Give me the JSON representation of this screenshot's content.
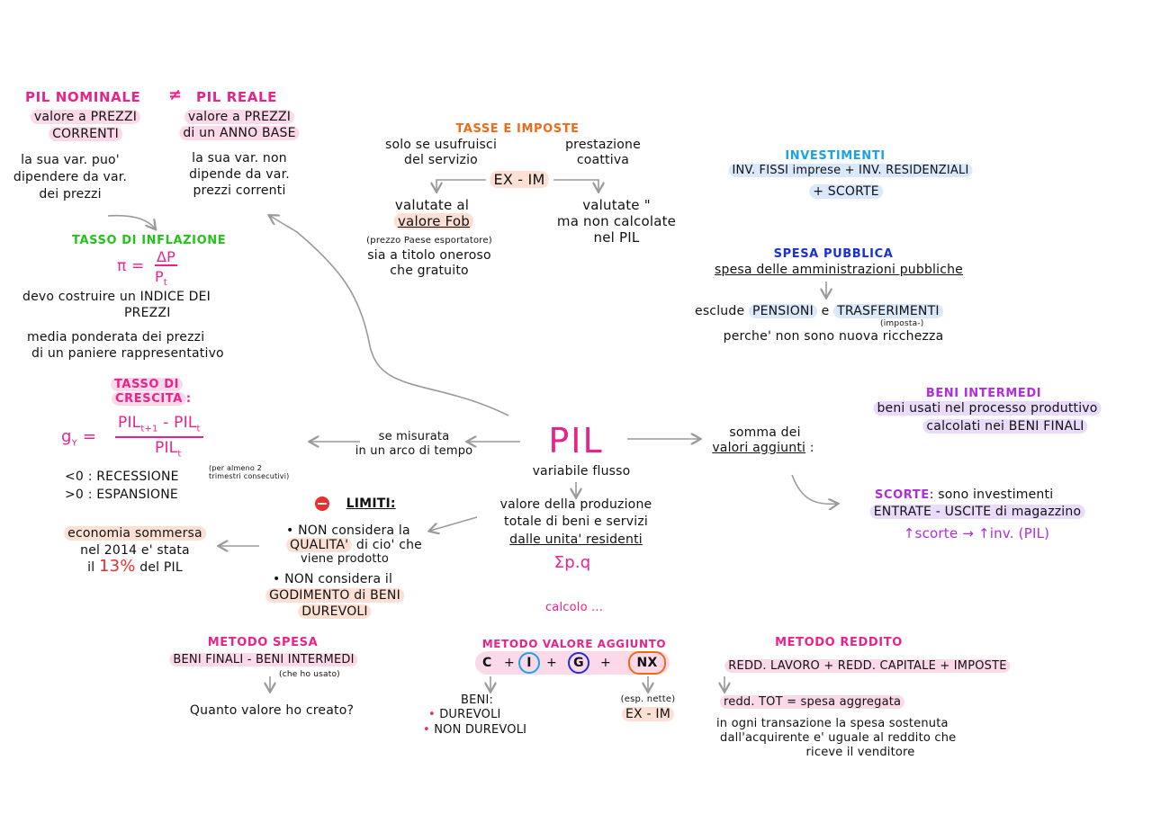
{
  "center": {
    "title": "PIL",
    "subtitle": "variabile flusso"
  },
  "pil_nominale": {
    "title": "PIL NOMINALE",
    "sep": "≠",
    "line1": "valore a PREZZI",
    "line2": "CORRENTI",
    "note": [
      "la sua var. puo'",
      "dipendere da var.",
      "dei prezzi"
    ]
  },
  "pil_reale": {
    "title": "PIL REALE",
    "line1": "valore a PREZZI",
    "line2": "di un ANNO BASE",
    "note": [
      "la sua var. non",
      "dipende da var.",
      "prezzi correnti"
    ]
  },
  "inflazione": {
    "title": "TASSO DI INFLAZIONE",
    "formula_lhs": "π =",
    "formula_num": "ΔP",
    "formula_den": "P",
    "formula_den_sub": "t",
    "line1": "devo costruire un INDICE DEI",
    "line2": "PREZZI",
    "line3": "media ponderata dei prezzi",
    "line4": "di un paniere rappresentativo"
  },
  "tasse": {
    "title": "TASSE E IMPOSTE",
    "left1": "solo se usufruisci",
    "left2": "del servizio",
    "right1": "prestazione",
    "right2": "coattiva",
    "exim": "EX - IM",
    "a1": "valutate al",
    "a2": "valore Fob",
    "a3": "(prezzo Paese esportatore)",
    "a4": "sia a titolo oneroso",
    "a5": "che gratuito",
    "b1": "valutate  \"",
    "b2": "ma non calcolate",
    "b3": "nel PIL"
  },
  "investimenti": {
    "title": "INVESTIMENTI",
    "line1": "INV. FISSI imprese + INV. RESIDENZIALI",
    "line2": "+  SCORTE"
  },
  "spesa_pubblica": {
    "title": "SPESA PUBBLICA",
    "line1": "spesa delle amministrazioni pubbliche",
    "line2a": "esclude",
    "pensioni": "PENSIONI",
    "e": "e",
    "trasferimenti": "TRASFERIMENTI",
    "imposta": "(imposta-)",
    "line3": "perche' non sono nuova ricchezza"
  },
  "crescita": {
    "title1": "TASSO DI",
    "title2": "CRESCITA",
    "lhs": "g",
    "lhs_sub": "Y",
    "eq": "=",
    "num": "PIL",
    "num_sub1": "t+1",
    "minus": "- PIL",
    "num_sub2": "t",
    "den": "PIL",
    "den_sub": "t",
    "rec": "<0 : RECESSIONE",
    "rec_note1": "(per almeno 2",
    "rec_note2": "trimestri consecutivi)",
    "esp": ">0 : ESPANSIONE"
  },
  "misurata": {
    "line1": "se misurata",
    "line2": "in un arco di tempo"
  },
  "somma": {
    "line1": "somma dei",
    "line2": "valori aggiunti",
    "colon": ":"
  },
  "beni_intermedi": {
    "title": "BENI INTERMEDI",
    "line1": "beni usati nel processo produttivo",
    "line2": "calcolati nei BENI FINALI"
  },
  "scorte": {
    "title": "SCORTE",
    "title_rest": ": sono investimenti",
    "line2": "ENTRATE - USCITE di magazzino",
    "line3": "↑scorte → ↑inv. (PIL)"
  },
  "valore": {
    "line1": "valore della produzione",
    "line2": "totale di beni e servizi",
    "line3": "dalle unita' residenti",
    "formula": "Σp.q"
  },
  "limiti": {
    "title": "LIMITI:",
    "l1a": "• NON considera la",
    "l1b": "QUALITA'",
    "l1c": " di cio' che",
    "l1d": "viene prodotto",
    "l2a": "• NON considera il",
    "l2b": "GODIMENTO di BENI",
    "l2c": "DUREVOLI"
  },
  "sommersa": {
    "line1": "economia sommersa",
    "line2": "nel 2014 e' stata",
    "line3a": "il",
    "pct": "13%",
    "line3b": "del PIL"
  },
  "calcolo": "calcolo ...",
  "metodo_spesa": {
    "title": "METODO SPESA",
    "line1": "BENI FINALI - BENI INTERMEDI",
    "note": "(che ho usato)",
    "line2": "Quanto valore ho creato?"
  },
  "metodo_valore": {
    "title": "METODO VALORE AGGIUNTO",
    "c": "C",
    "plus": "+",
    "i": "I",
    "g": "G",
    "nx": "NX",
    "beni": "BENI:",
    "durevoli": "• DUREVOLI",
    "non_durevoli": "• NON DUREVOLI",
    "esp_nette": "(esp. nette)",
    "exim": "EX - IM"
  },
  "metodo_reddito": {
    "title": "METODO REDDITO",
    "line1": "REDD. LAVORO + REDD. CAPITALE + IMPOSTE",
    "line2": "redd. TOT = spesa aggregata",
    "line3": "in ogni transazione la spesa sostenuta",
    "line4": "dall'acquirente e' uguale al reddito che",
    "line5": "riceve il venditore"
  },
  "colors": {
    "pink": "#e8238c",
    "orange": "#f06a1a",
    "green": "#22c41a",
    "blue": "#1aa2e8",
    "navy": "#1a2fd6",
    "purple": "#b12be0",
    "red": "#e82e2e",
    "arrow": "#9a9a9a"
  }
}
